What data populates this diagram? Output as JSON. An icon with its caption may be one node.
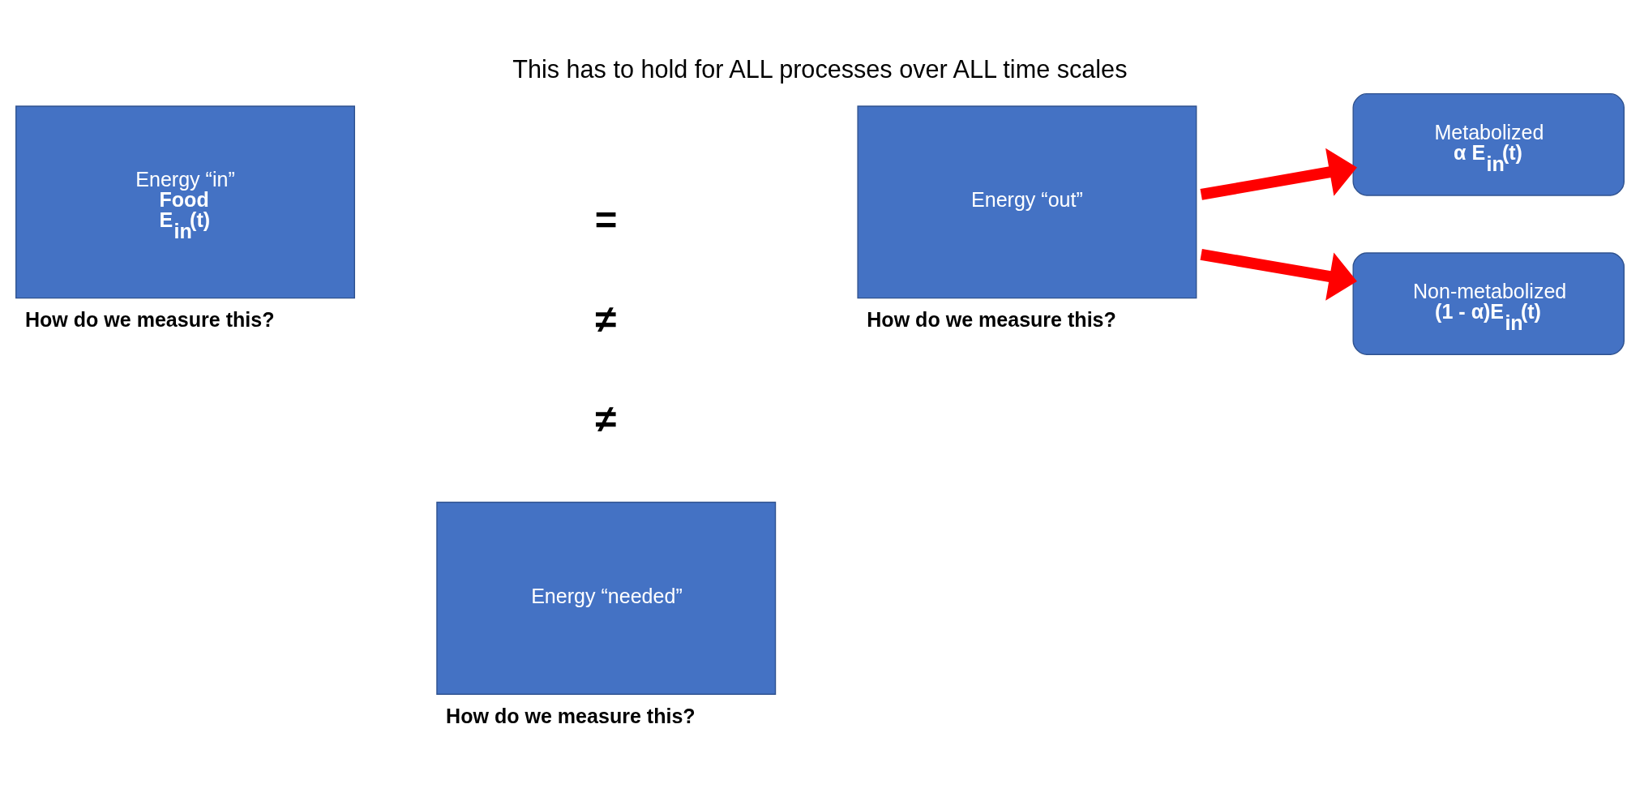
{
  "diagram": {
    "title": "This has to hold for ALL processes over ALL time scales",
    "nodes": [
      {
        "text": [
          "Energy “in”",
          "Food",
          "E$_{in}$(t)"
        ],
        "beside": [
          "How do we measure this?"
        ]
      },
      {
        "text": [
          "Energy “out”"
        ],
        "beside": [
          "How do we measure this?"
        ]
      },
      {
        "text": [
          "Energy “needed”"
        ],
        "beside": [
          "How do we measure this?"
        ]
      },
      {
        "text": [
          "Metabolized",
          "α E$_{in}$(t)"
        ]
      },
      {
        "text": [
          "Non-metabolized",
          "(1 - α)E$_{in}$(t)"
        ]
      }
    ],
    "edges": [
      {
        "from": 1,
        "to": 3,
        "arrow": "to"
      },
      {
        "from": 1,
        "to": 4,
        "arrow": "to"
      }
    ],
    "labels": [
      "=",
      "≠",
      "≠"
    ]
  }
}
